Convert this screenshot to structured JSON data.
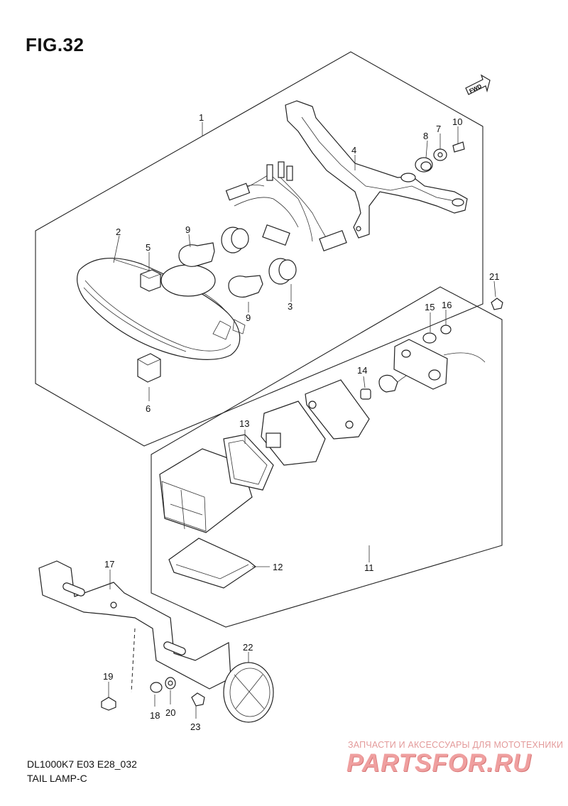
{
  "figure": {
    "title": "FIG.32"
  },
  "forward_marker": {
    "label": "FWD"
  },
  "callouts": {
    "c1": "1",
    "c2": "2",
    "c3": "3",
    "c4": "4",
    "c5": "5",
    "c6": "6",
    "c7": "7",
    "c8": "8",
    "c9a": "9",
    "c9b": "9",
    "c10": "10",
    "c11": "11",
    "c12": "12",
    "c13": "13",
    "c14": "14",
    "c15": "15",
    "c16": "16",
    "c17": "17",
    "c18": "18",
    "c19": "19",
    "c20": "20",
    "c21": "21",
    "c22": "22",
    "c23": "23"
  },
  "footer": {
    "code": "DL1000K7 E03 E28_032",
    "name": "TAIL LAMP-C"
  },
  "watermark": {
    "subtitle": "ЗАПЧАСТИ И АКСЕССУАРЫ ДЛЯ МОТОТЕХНИКИ",
    "logo": "PARTSFOR.RU"
  }
}
